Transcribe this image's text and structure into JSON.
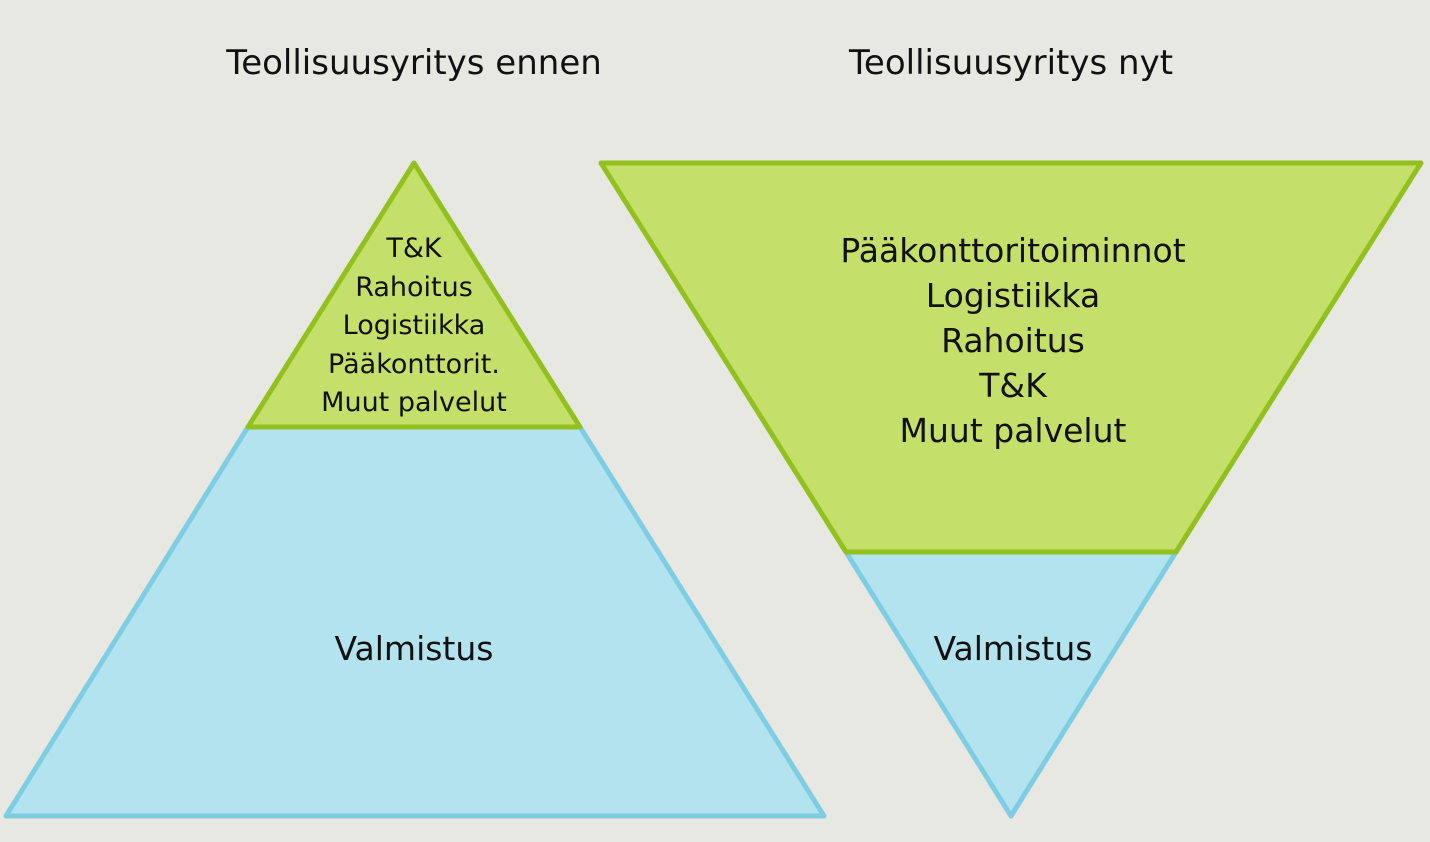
{
  "diagram": {
    "before": {
      "title": "Teollisuusyritys ennen",
      "top_items": [
        "T&K",
        "Rahoitus",
        "Logistiikka",
        "Pääkonttorit.",
        "Muut palvelut"
      ],
      "bottom_label": "Valmistus"
    },
    "now": {
      "title": "Teollisuusyritys nyt",
      "top_items": [
        "Pääkonttoritoiminnot",
        "Logistiikka",
        "Rahoitus",
        "T&K",
        "Muut palvelut"
      ],
      "bottom_label": "Valmistus"
    },
    "colors": {
      "background": "#e8e8e3",
      "green_fill": "#c5e06a",
      "green_stroke": "#92c11f",
      "blue_fill": "#b3e3ef",
      "blue_stroke": "#7fcde3"
    }
  }
}
